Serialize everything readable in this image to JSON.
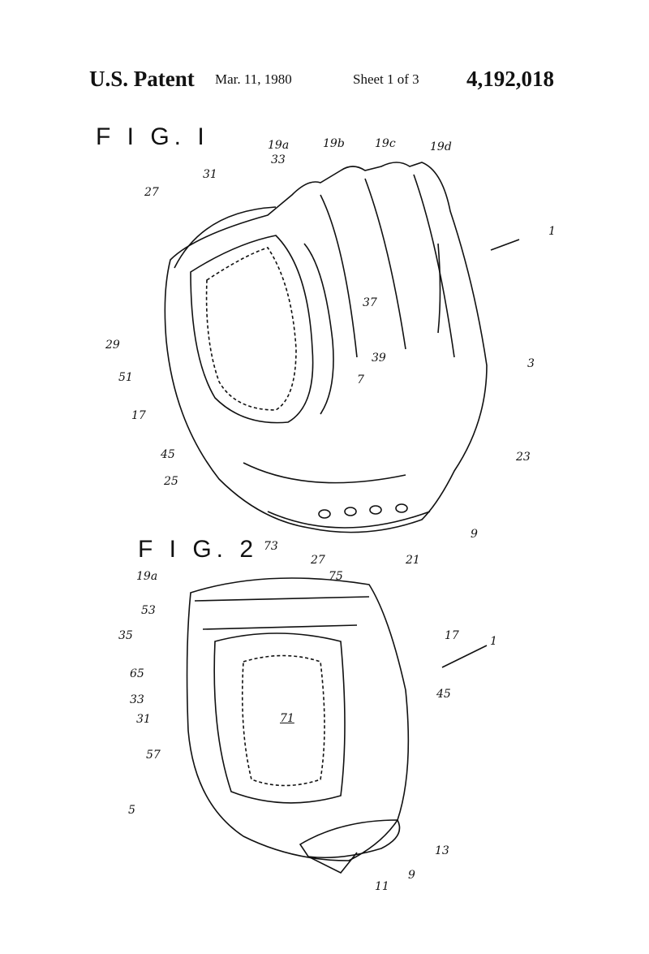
{
  "header": {
    "office": "U.S. Patent",
    "date": "Mar. 11, 1980",
    "sheet": "Sheet 1 of 3",
    "patent_number": "4,192,018"
  },
  "figures": [
    {
      "title": "F I G. I",
      "labels": [
        "19a",
        "19b",
        "19c",
        "19d",
        "33",
        "31",
        "27",
        "1",
        "37",
        "29",
        "39",
        "3",
        "51",
        "7",
        "17",
        "45",
        "23",
        "25",
        "9",
        "21"
      ]
    },
    {
      "title": "F I G. 2",
      "labels": [
        "73",
        "27",
        "75",
        "19a",
        "53",
        "35",
        "17",
        "1",
        "65",
        "33",
        "45",
        "31",
        "71",
        "57",
        "5",
        "13",
        "9",
        "11"
      ]
    }
  ]
}
